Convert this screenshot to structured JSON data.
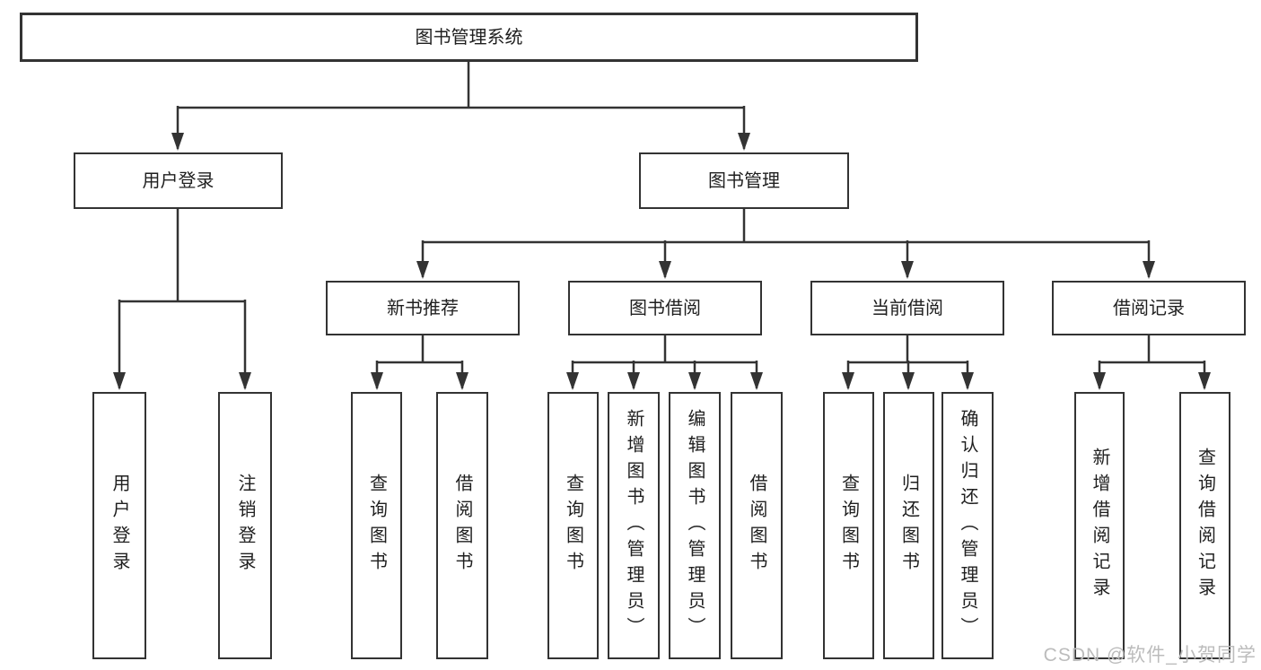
{
  "diagram": {
    "title_hint": "Library management system function tree",
    "colors": {
      "line": "#333333",
      "border": "#333333",
      "fill": "#ffffff",
      "text": "#1f1f1f"
    },
    "root": {
      "label": "图书管理系统"
    },
    "branches": [
      {
        "label": "用户登录",
        "children": [
          {
            "label": "用户登录"
          },
          {
            "label": "注销登录"
          }
        ]
      },
      {
        "label": "图书管理",
        "sections": [
          {
            "label": "新书推荐",
            "children": [
              {
                "label": "查询图书"
              },
              {
                "label": "借阅图书"
              }
            ]
          },
          {
            "label": "图书借阅",
            "children": [
              {
                "label": "查询图书"
              },
              {
                "label": "新增图书（管理员）"
              },
              {
                "label": "编辑图书（管理员）"
              },
              {
                "label": "借阅图书"
              }
            ]
          },
          {
            "label": "当前借阅",
            "children": [
              {
                "label": "查询图书"
              },
              {
                "label": "归还图书"
              },
              {
                "label": "确认归还（管理员）"
              }
            ]
          },
          {
            "label": "借阅记录",
            "children": [
              {
                "label": "新增借阅记录"
              },
              {
                "label": "查询借阅记录"
              }
            ]
          }
        ]
      }
    ]
  },
  "watermark": {
    "text": "CSDN @软件_小贺同学",
    "color": "#bcbcbc"
  }
}
